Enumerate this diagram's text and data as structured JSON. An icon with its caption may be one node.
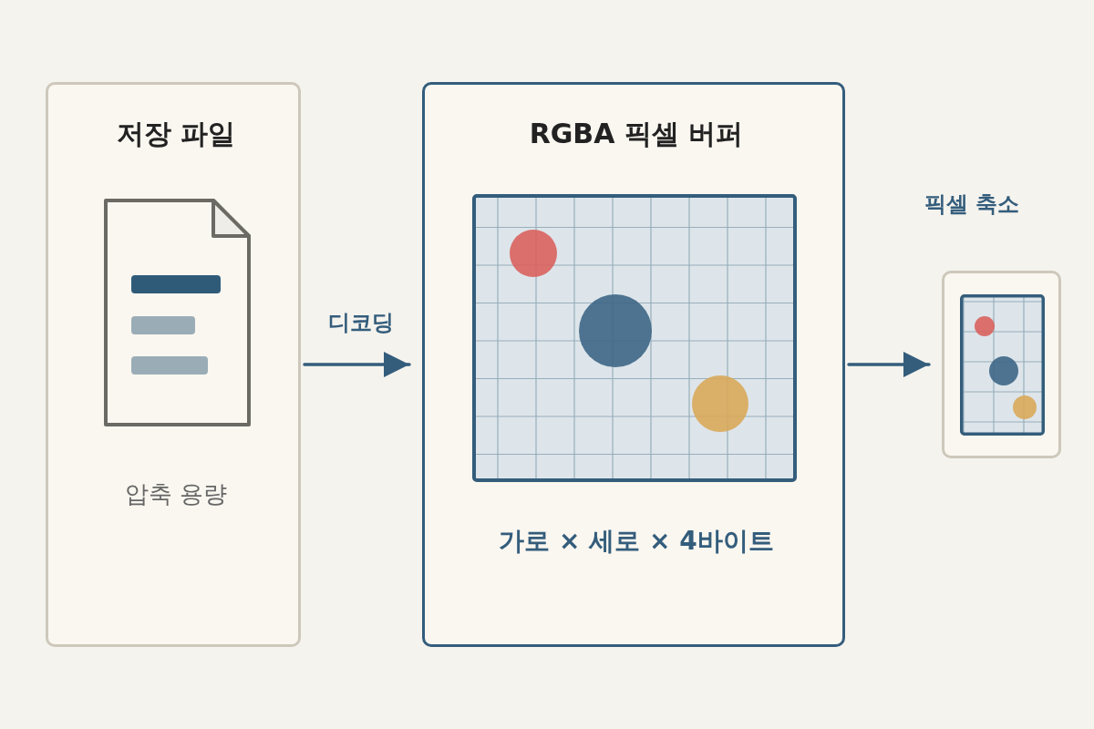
{
  "diagram": {
    "nodes": [
      {
        "text": [
          "저장 파일",
          "압축 용량"
        ]
      },
      {
        "text": [
          "RGBA 픽셀 버퍼",
          "가로 × 세로 × 4바이트"
        ]
      },
      {
        "text": [
          "픽셀 축소"
        ]
      }
    ],
    "edges": [
      {
        "from": 0,
        "to": 1,
        "arrow": "to",
        "label": "디코딩"
      },
      {
        "from": 1,
        "to": 2,
        "arrow": "to"
      }
    ]
  }
}
